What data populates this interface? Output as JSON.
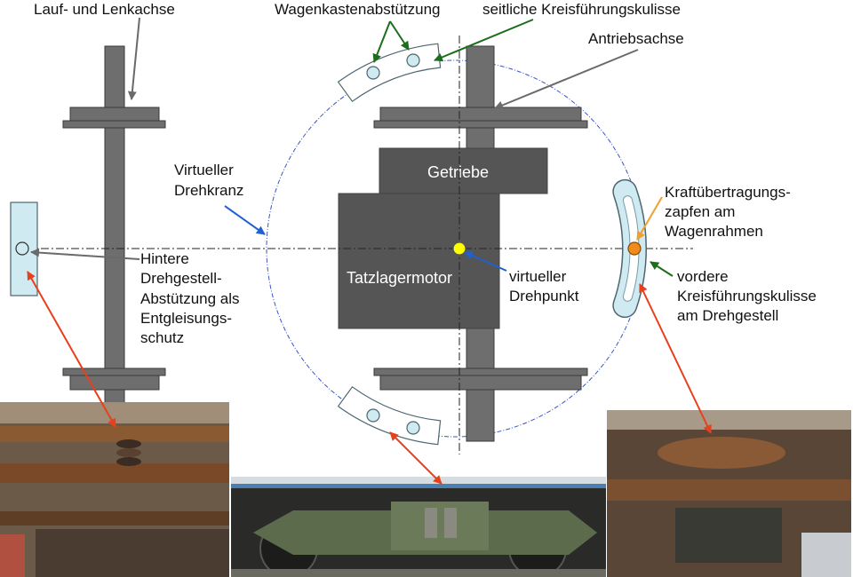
{
  "labels": {
    "lauf_lenkachse": "Lauf- und Lenkachse",
    "wagenkastenabstuetzung": "Wagenkastenabstützung",
    "seitliche_kulisse": "seitliche Kreisführungskulisse",
    "antriebsachse": "Antriebsachse",
    "virtueller_drehkranz": [
      "Virtueller",
      "Drehkranz"
    ],
    "getriebe": "Getriebe",
    "kraftuebertragungszapfen": [
      "Kraftübertragungs-",
      "zapfen am",
      "Wagenrahmen"
    ],
    "hintere_abstuetzung": [
      "Hintere",
      "Drehgestell-",
      "Abstützung als",
      "Entgleisungs-",
      "schutz"
    ],
    "tatzlagermotor": "Tatzlagermotor",
    "virtueller_drehpunkt": [
      "virtueller",
      "Drehpunkt"
    ],
    "vordere_kulisse": [
      "vordere",
      "Kreisführungskulisse",
      "am Drehgestell"
    ]
  },
  "colors": {
    "axle": "#6e6e6e",
    "axle_stroke": "#3a3a3a",
    "motor": "#555555",
    "motor_text": "#ffffff",
    "kulisse_fill": "#cfeaf0",
    "kulisse_stroke": "#4d6670",
    "pivot": "#ffff00",
    "pin": "#f08c1e",
    "arrow_gray": "#6a6a6a",
    "arrow_green": "#1b6e1b",
    "arrow_blue": "#2060d0",
    "arrow_orange": "#f0a030",
    "arrow_red": "#e8401c",
    "drehkranz": "#3a55c8",
    "centerline": "#222222",
    "text": "#111111"
  }
}
